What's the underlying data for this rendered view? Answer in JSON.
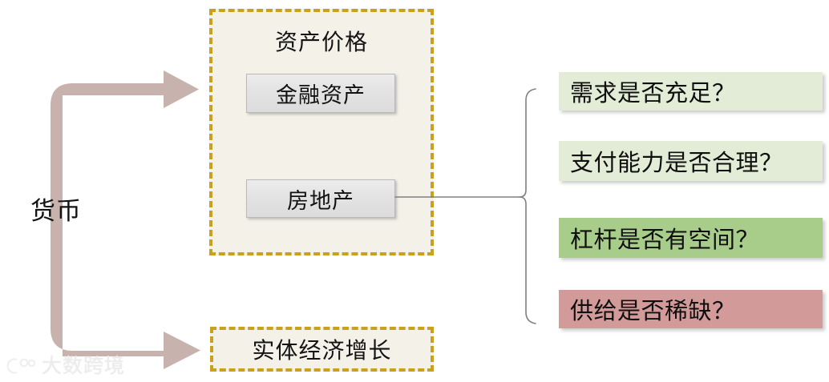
{
  "diagram": {
    "source_label": "货币",
    "asset_group": {
      "title": "资产价格",
      "nodes": [
        {
          "label": "金融资产"
        },
        {
          "label": "房地产"
        }
      ]
    },
    "real_economy": {
      "label": "实体经济增长"
    },
    "questions": [
      {
        "label": "需求是否充足？",
        "color": "#e3ecd6"
      },
      {
        "label": "支付能力是否合理？",
        "color": "#e3ecd6"
      },
      {
        "label": "杠杆是否有空间？",
        "color": "#a8cc89"
      },
      {
        "label": "供给是否稀缺？",
        "color": "#d39a9a"
      }
    ],
    "colors": {
      "arrow": "#c8b2ae",
      "dashed_border": "#c9a11c",
      "group_fill": "#f4f1e9",
      "node_fill": "#e3e3e4",
      "connector": "#808080"
    }
  },
  "watermark": {
    "text": "大数跨境",
    "logo": "circle-logo-icon"
  }
}
